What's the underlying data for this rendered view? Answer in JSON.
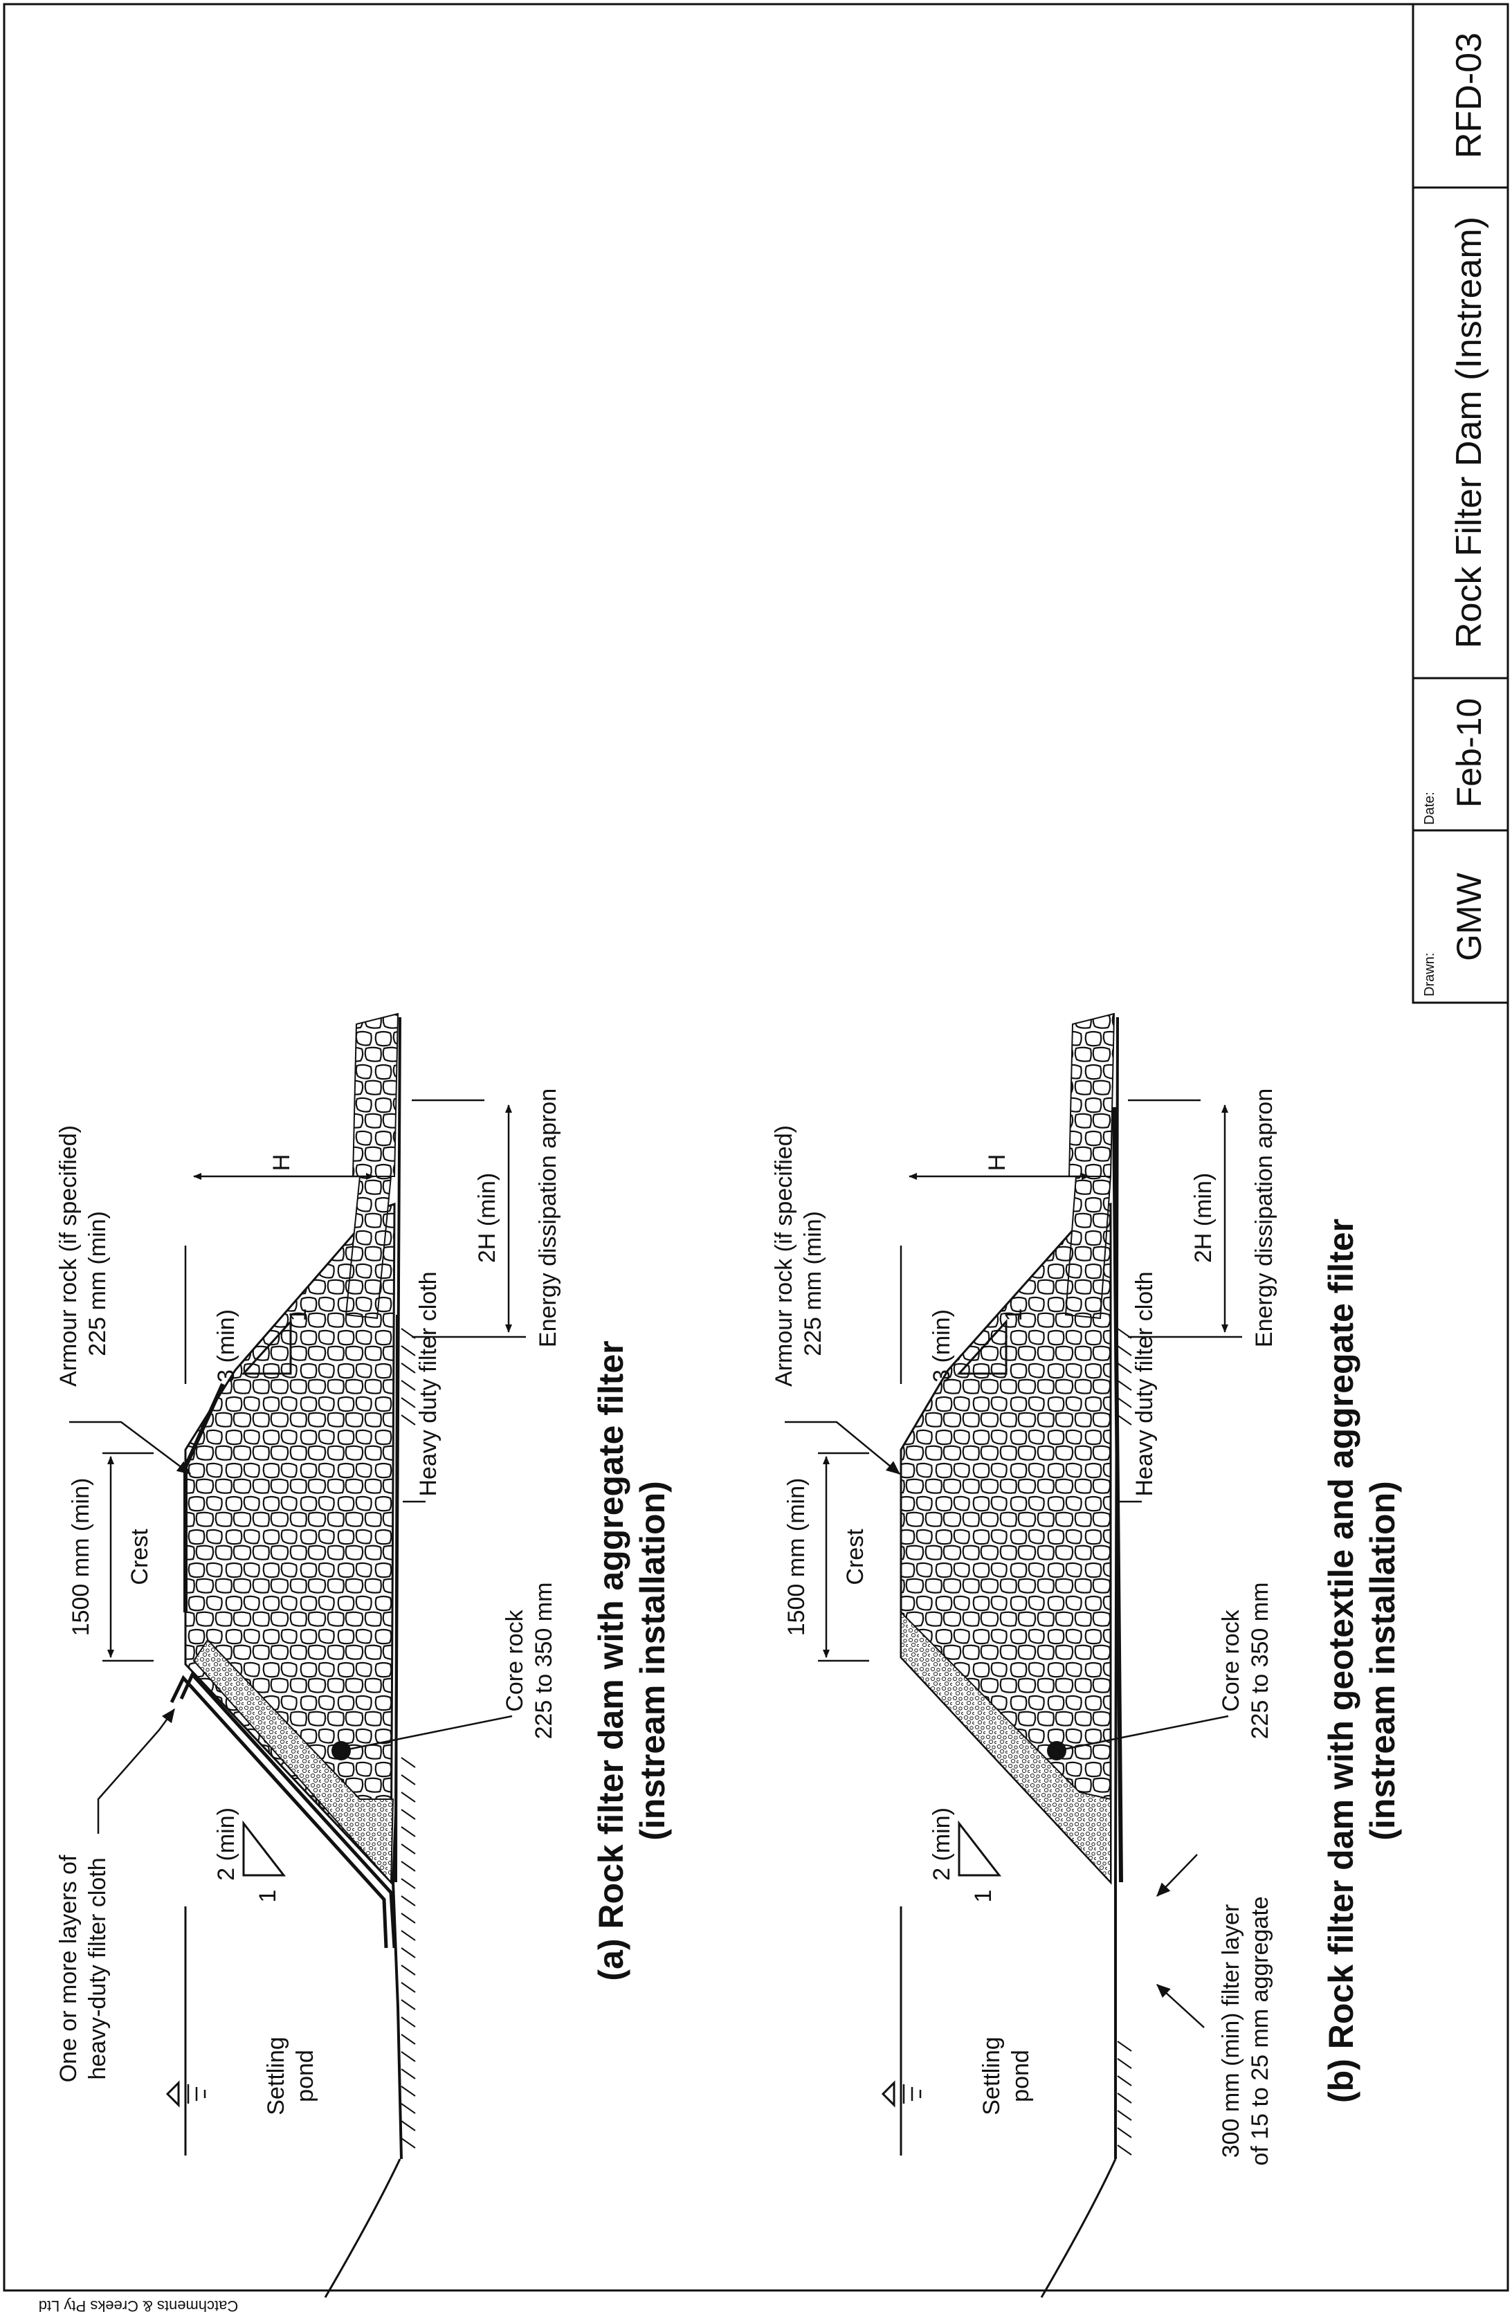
{
  "title_block": {
    "drawn_label": "Drawn:",
    "drawn_value": "GMW",
    "date_label": "Date:",
    "date_value": "Feb-10",
    "title": "Rock Filter Dam (Instream)",
    "drawing_no": "RFD-03"
  },
  "copyright": "Catchments & Creeks Pty Ltd",
  "diagram_a": {
    "caption_line1": "(a) Rock filter dam with aggregate filter",
    "caption_line2": "(instream installation)",
    "filter_cloth_line1": "One or more layers of",
    "filter_cloth_line2": "heavy-duty filter cloth",
    "crest_width": "1500 mm (min)",
    "crest": "Crest",
    "armour_line1": "Armour rock (if specified)",
    "armour_line2": "225 mm (min)",
    "settling_line1": "Settling",
    "settling_line2": "pond",
    "upstream_slope_h": "2 (min)",
    "upstream_slope_v": "1",
    "downstream_slope_h": "3 (min)",
    "downstream_slope_v": "1",
    "height": "H",
    "apron_length": "2H (min)",
    "apron": "Energy dissipation apron",
    "heavy_cloth": "Heavy duty filter cloth",
    "core_line1": "Core rock",
    "core_line2": "225 to 350 mm"
  },
  "diagram_b": {
    "caption_line1": "(b) Rock filter dam with geotextile and aggregate filter",
    "caption_line2": "(instream installation)",
    "filter_layer_line1": "300 mm (min) filter layer",
    "filter_layer_line2": "of 15 to 25 mm aggregate",
    "crest_width": "1500 mm (min)",
    "crest": "Crest",
    "armour_line1": "Armour rock (if specified)",
    "armour_line2": "225 mm (min)",
    "settling_line1": "Settling",
    "settling_line2": "pond",
    "upstream_slope_h": "2 (min)",
    "upstream_slope_v": "1",
    "downstream_slope_h": "3 (min)",
    "downstream_slope_v": "1",
    "height": "H",
    "apron_length": "2H (min)",
    "apron": "Energy dissipation apron",
    "heavy_cloth": "Heavy duty filter cloth",
    "core_line1": "Core rock",
    "core_line2": "225 to 350 mm"
  }
}
